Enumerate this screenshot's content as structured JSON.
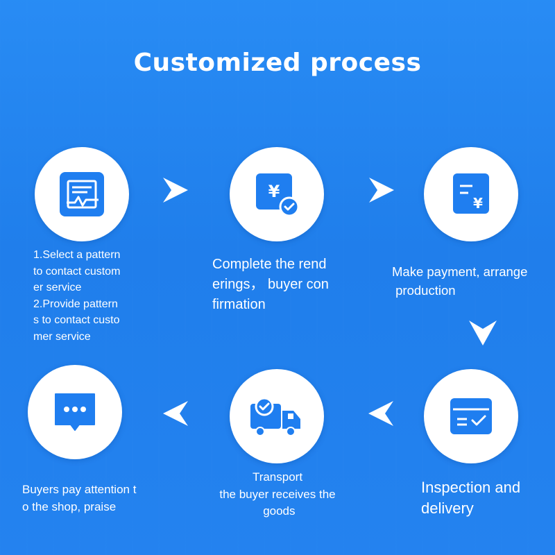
{
  "title": "Customized process",
  "steps": [
    {
      "icon": "form-chart-icon",
      "label": "1.Select a pattern\nto contact custom\ner service\n2.Provide pattern\ns to contact custo\nmer service"
    },
    {
      "icon": "yen-check-icon",
      "label": "Complete the rend\nerings， buyer con\nfirmation"
    },
    {
      "icon": "invoice-yen-icon",
      "label": "Make payment, arrange\n production"
    },
    {
      "icon": "box-check-icon",
      "label": "Inspection and\ndelivery"
    },
    {
      "icon": "truck-check-icon",
      "label": "Transport\nthe buyer receives the\n goods"
    },
    {
      "icon": "chat-bubble-icon",
      "label": "Buyers pay attention t\no the shop, praise"
    }
  ],
  "colors": {
    "background": "#2f8ef0",
    "circle": "#ffffff",
    "icon": "#1f7ef0",
    "text": "#ffffff"
  }
}
